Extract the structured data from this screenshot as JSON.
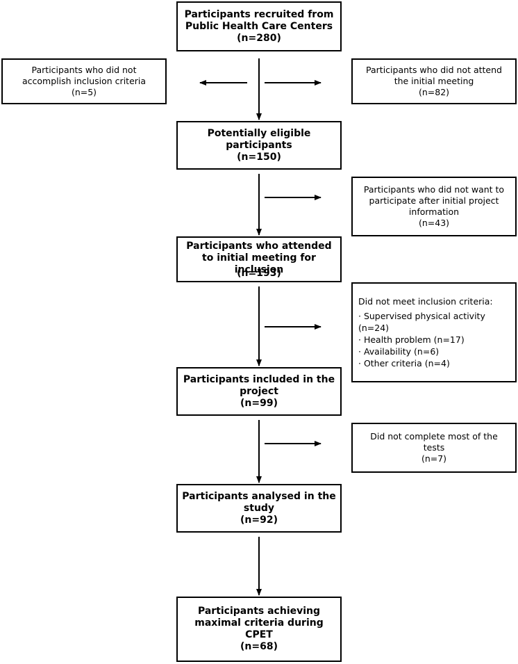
{
  "boxes": {
    "recruited": {
      "lines": [
        "Participants recruited from",
        "Public Health Care Centers",
        "(n=280)"
      ]
    },
    "no_inclusion": {
      "lines": [
        "Participants who did not",
        "accomplish inclusion criteria",
        "(n=5)"
      ]
    },
    "no_meeting": {
      "lines": [
        "Participants who did not attend",
        "the initial meeting",
        "(n=82)"
      ]
    },
    "eligible": {
      "lines": [
        "Potentially eligible",
        "participants",
        "(n=150)"
      ]
    },
    "no_participate": {
      "lines": [
        "Participants who did not want to",
        "participate after initial project",
        "information",
        "(n=43)"
      ]
    },
    "attended": {
      "lines": [
        "Participants who attended",
        "to initial meeting for",
        "inclusion",
        "(n=193)"
      ]
    },
    "not_met": {
      "header": "Did not meet inclusion criteria:",
      "items": [
        "· Supervised physical activity",
        "(n=24)",
        "· Health problem (n=17)",
        "· Availability (n=6)",
        "· Other criteria (n=4)"
      ]
    },
    "included": {
      "lines": [
        "Participants included in the",
        "project",
        "(n=99)"
      ]
    },
    "incomplete": {
      "lines": [
        "Did not complete most of the",
        "tests",
        "(n=7)"
      ]
    },
    "analysed": {
      "lines": [
        "Participants analysed in the",
        "study",
        "(n=92)"
      ]
    },
    "achieving": {
      "lines": [
        "Participants achieving",
        "maximal criteria during",
        "CPET",
        "(n=68)"
      ]
    }
  }
}
